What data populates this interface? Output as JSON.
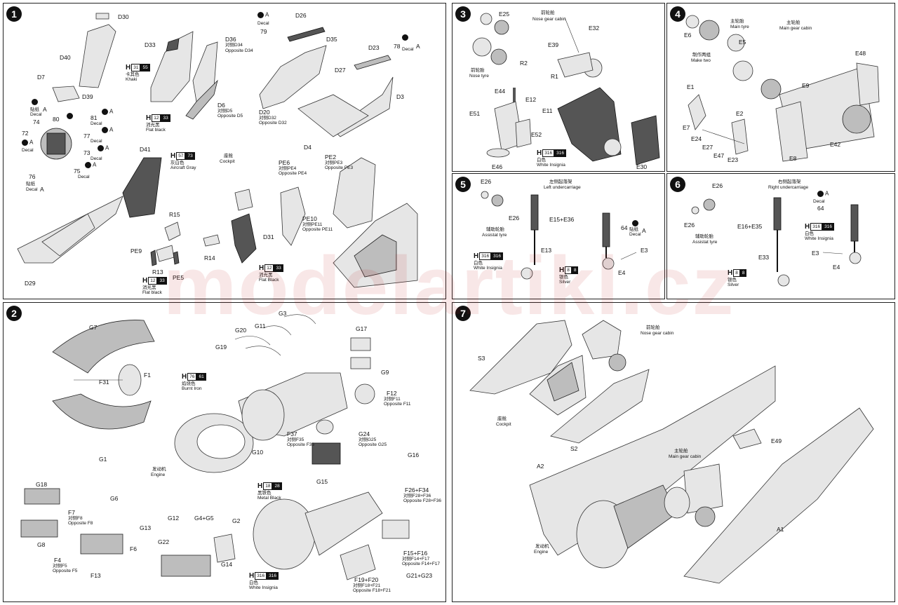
{
  "watermark": "modelartikl.cz",
  "step1": {
    "number": "1",
    "parts": {
      "d30": "D30",
      "d40": "D40",
      "d7": "D7",
      "d39": "D39",
      "d33": "D33",
      "d36": "D36",
      "d6": "D6",
      "d26": "D26",
      "d35": "D35",
      "d27": "D27",
      "d23": "D23",
      "d3": "D3",
      "d20": "D20",
      "d4": "D4",
      "d41": "D41",
      "r15": "R15",
      "pe9": "PE9",
      "r13": "R13",
      "pe5": "PE5",
      "d29": "D29",
      "pe6": "PE6",
      "pe2": "PE2",
      "pe10": "PE10",
      "r14": "R14",
      "d31": "D31",
      "n79": "79",
      "n78": "78",
      "n74": "74",
      "n80": "80",
      "n81": "81",
      "n72": "72",
      "n77": "77",
      "n73": "73",
      "n75": "75",
      "n76": "76"
    },
    "notes": {
      "d36_opp": "Opposite D34",
      "d36_cn": "对侧D34",
      "d6_cn": "对侧D5",
      "d6_opp": "Opposite D5",
      "d20_cn": "对侧D32",
      "d20_opp": "Opposite D32",
      "khaki_code": "55",
      "khaki_cn": "卡其色",
      "khaki": "Khaki",
      "flat_black_code": "33",
      "flat_black_cn": "消光黑",
      "flat_black": "Flat black",
      "flat_black_cap": "Flat Black",
      "grey_code": "73",
      "grey_cn": "灰白色",
      "grey": "Aircraft Gray",
      "cockpit_cn": "座舱",
      "cockpit": "Cockpit",
      "pe6_cn": "对侧PE4",
      "pe6_opp": "Opposite PE4",
      "pe2_cn": "对侧PE3",
      "pe2_opp": "Opposite PE3",
      "pe10_cn": "对侧PE11",
      "pe10_opp": "Opposite PE11",
      "decal_cn": "贴纸",
      "decal": "Decal",
      "letter_a": "A",
      "h": "H"
    }
  },
  "step2": {
    "number": "2",
    "parts": {
      "g7": "G7",
      "f1": "F1",
      "f31": "F31",
      "g1": "G1",
      "g3": "G3",
      "g11": "G11",
      "g20": "G20",
      "g19": "G19",
      "g17": "G17",
      "g9": "G9",
      "f12": "F12",
      "f37": "F37",
      "g24": "G24",
      "g10": "G10",
      "g16": "G16",
      "g15": "G15",
      "g18": "G18",
      "g8": "G8",
      "g6": "G6",
      "f7": "F7",
      "g13": "G13",
      "f6": "F6",
      "f4": "F4",
      "f13": "F13",
      "g12": "G12",
      "g4g5": "G4+G5",
      "g2": "G2",
      "g22": "G22",
      "g14": "G14",
      "f26f34": "F26+F34",
      "f15f16": "F15+F16",
      "f19f20": "F19+F20",
      "g21g23": "G21+G23"
    },
    "notes": {
      "burnt_code": "61",
      "burnt_cn": "焰烧色",
      "burnt": "Burnt Iron",
      "engine_cn": "发动机",
      "engine": "Engine",
      "metal_code": "28",
      "metal_cn": "黑铁色",
      "metal": "Metal  Black",
      "white_code": "316",
      "white_cn": "白色",
      "white": "White Insignia",
      "f12_cn": "对侧F11",
      "f12_opp": "Opposite F11",
      "f37_cn": "对侧F35",
      "f37_opp": "Opposite F35",
      "g24_cn": "对侧G25",
      "g24_opp": "Opposite G25",
      "f7_cn": "对侧F8",
      "f7_opp": "Opposite F8",
      "f4_cn": "对侧F5",
      "f4_opp": "Opposite F5",
      "f26_cn": "对侧F28+F36",
      "f26_opp": "Opposite F28+F36",
      "f15_cn": "对侧F14+F17",
      "f15_opp": "Opposite F14+F17",
      "f19_cn": "对侧F18+F21",
      "f19_opp": "Opposite F18+F21",
      "h": "H"
    }
  },
  "step3": {
    "number": "3",
    "parts": {
      "e25": "E25",
      "e32": "E32",
      "e39": "E39",
      "r2": "R2",
      "r1": "R1",
      "e44": "E44",
      "e12": "E12",
      "e51": "E51",
      "e52": "E52",
      "e11": "E11",
      "e46": "E46",
      "e30": "E30"
    },
    "notes": {
      "nose_cabin_cn": "前轮舱",
      "nose_cabin": "Nose gear cabin",
      "nose_tyre_cn": "前轮胎",
      "nose_tyre": "Nose tyre",
      "white_code": "316",
      "white_cn": "白色",
      "white": "White Insignia",
      "h": "H"
    }
  },
  "step4": {
    "number": "4",
    "parts": {
      "e6": "E6",
      "e5": "E5",
      "e48": "E48",
      "e9": "E9",
      "e1": "E1",
      "e2": "E2",
      "e7": "E7",
      "e24": "E24",
      "e27": "E27",
      "e47": "E47",
      "e23": "E23",
      "e42": "E42",
      "e8": "E8"
    },
    "notes": {
      "main_tyre_cn": "主轮胎",
      "main_tyre": "Main tyre",
      "main_cabin_cn": "主轮舱",
      "main_cabin": "Main gear cabin",
      "make_two_cn": "制作两组",
      "make_two": "Make two"
    }
  },
  "step5": {
    "number": "5",
    "parts": {
      "e26a": "E26",
      "e26b": "E26",
      "e15e36": "E15+E36",
      "e13": "E13",
      "n64": "64",
      "e3": "E3",
      "e4": "E4"
    },
    "notes": {
      "title_cn": "左侧起落架",
      "title": "Left undercarriage",
      "assist_cn": "辅助轮胎",
      "assist": "Assistat tyre",
      "white_code": "316",
      "white_cn": "白色",
      "white": "White Insignia",
      "silver_code": "8",
      "silver_cn": "银色",
      "silver": "Silver",
      "decal_cn": "贴纸",
      "decal": "Decal",
      "letter_a": "A",
      "h": "H"
    }
  },
  "step6": {
    "number": "6",
    "parts": {
      "e26a": "E26",
      "e26b": "E26",
      "e16e35": "E16+E35",
      "e33": "E33",
      "n64": "64",
      "e3": "E3",
      "e4": "E4"
    },
    "notes": {
      "title_cn": "右侧起落架",
      "title": "Right undercarriage",
      "assist_cn": "辅助轮胎",
      "assist": "Assistat tyre",
      "white_code": "316",
      "white_cn": "白色",
      "white": "White Insignia",
      "silver_code": "8",
      "silver_cn": "银色",
      "silver": "Silver",
      "decal_cn": "贴纸",
      "decal": "Decal",
      "letter_a": "A",
      "h": "H"
    }
  },
  "step7": {
    "number": "7",
    "parts": {
      "s3": "S3",
      "s2": "S2",
      "e49": "E49",
      "a2": "A2",
      "a1": "A1"
    },
    "notes": {
      "nose_cabin_cn": "前轮舱",
      "nose_cabin": "Nose gear cabin",
      "cockpit_cn": "座舱",
      "cockpit": "Cockpit",
      "main_cabin_cn": "主轮舱",
      "main_cabin": "Main gear cabin",
      "engine_cn": "发动机",
      "engine": "Engine"
    }
  }
}
